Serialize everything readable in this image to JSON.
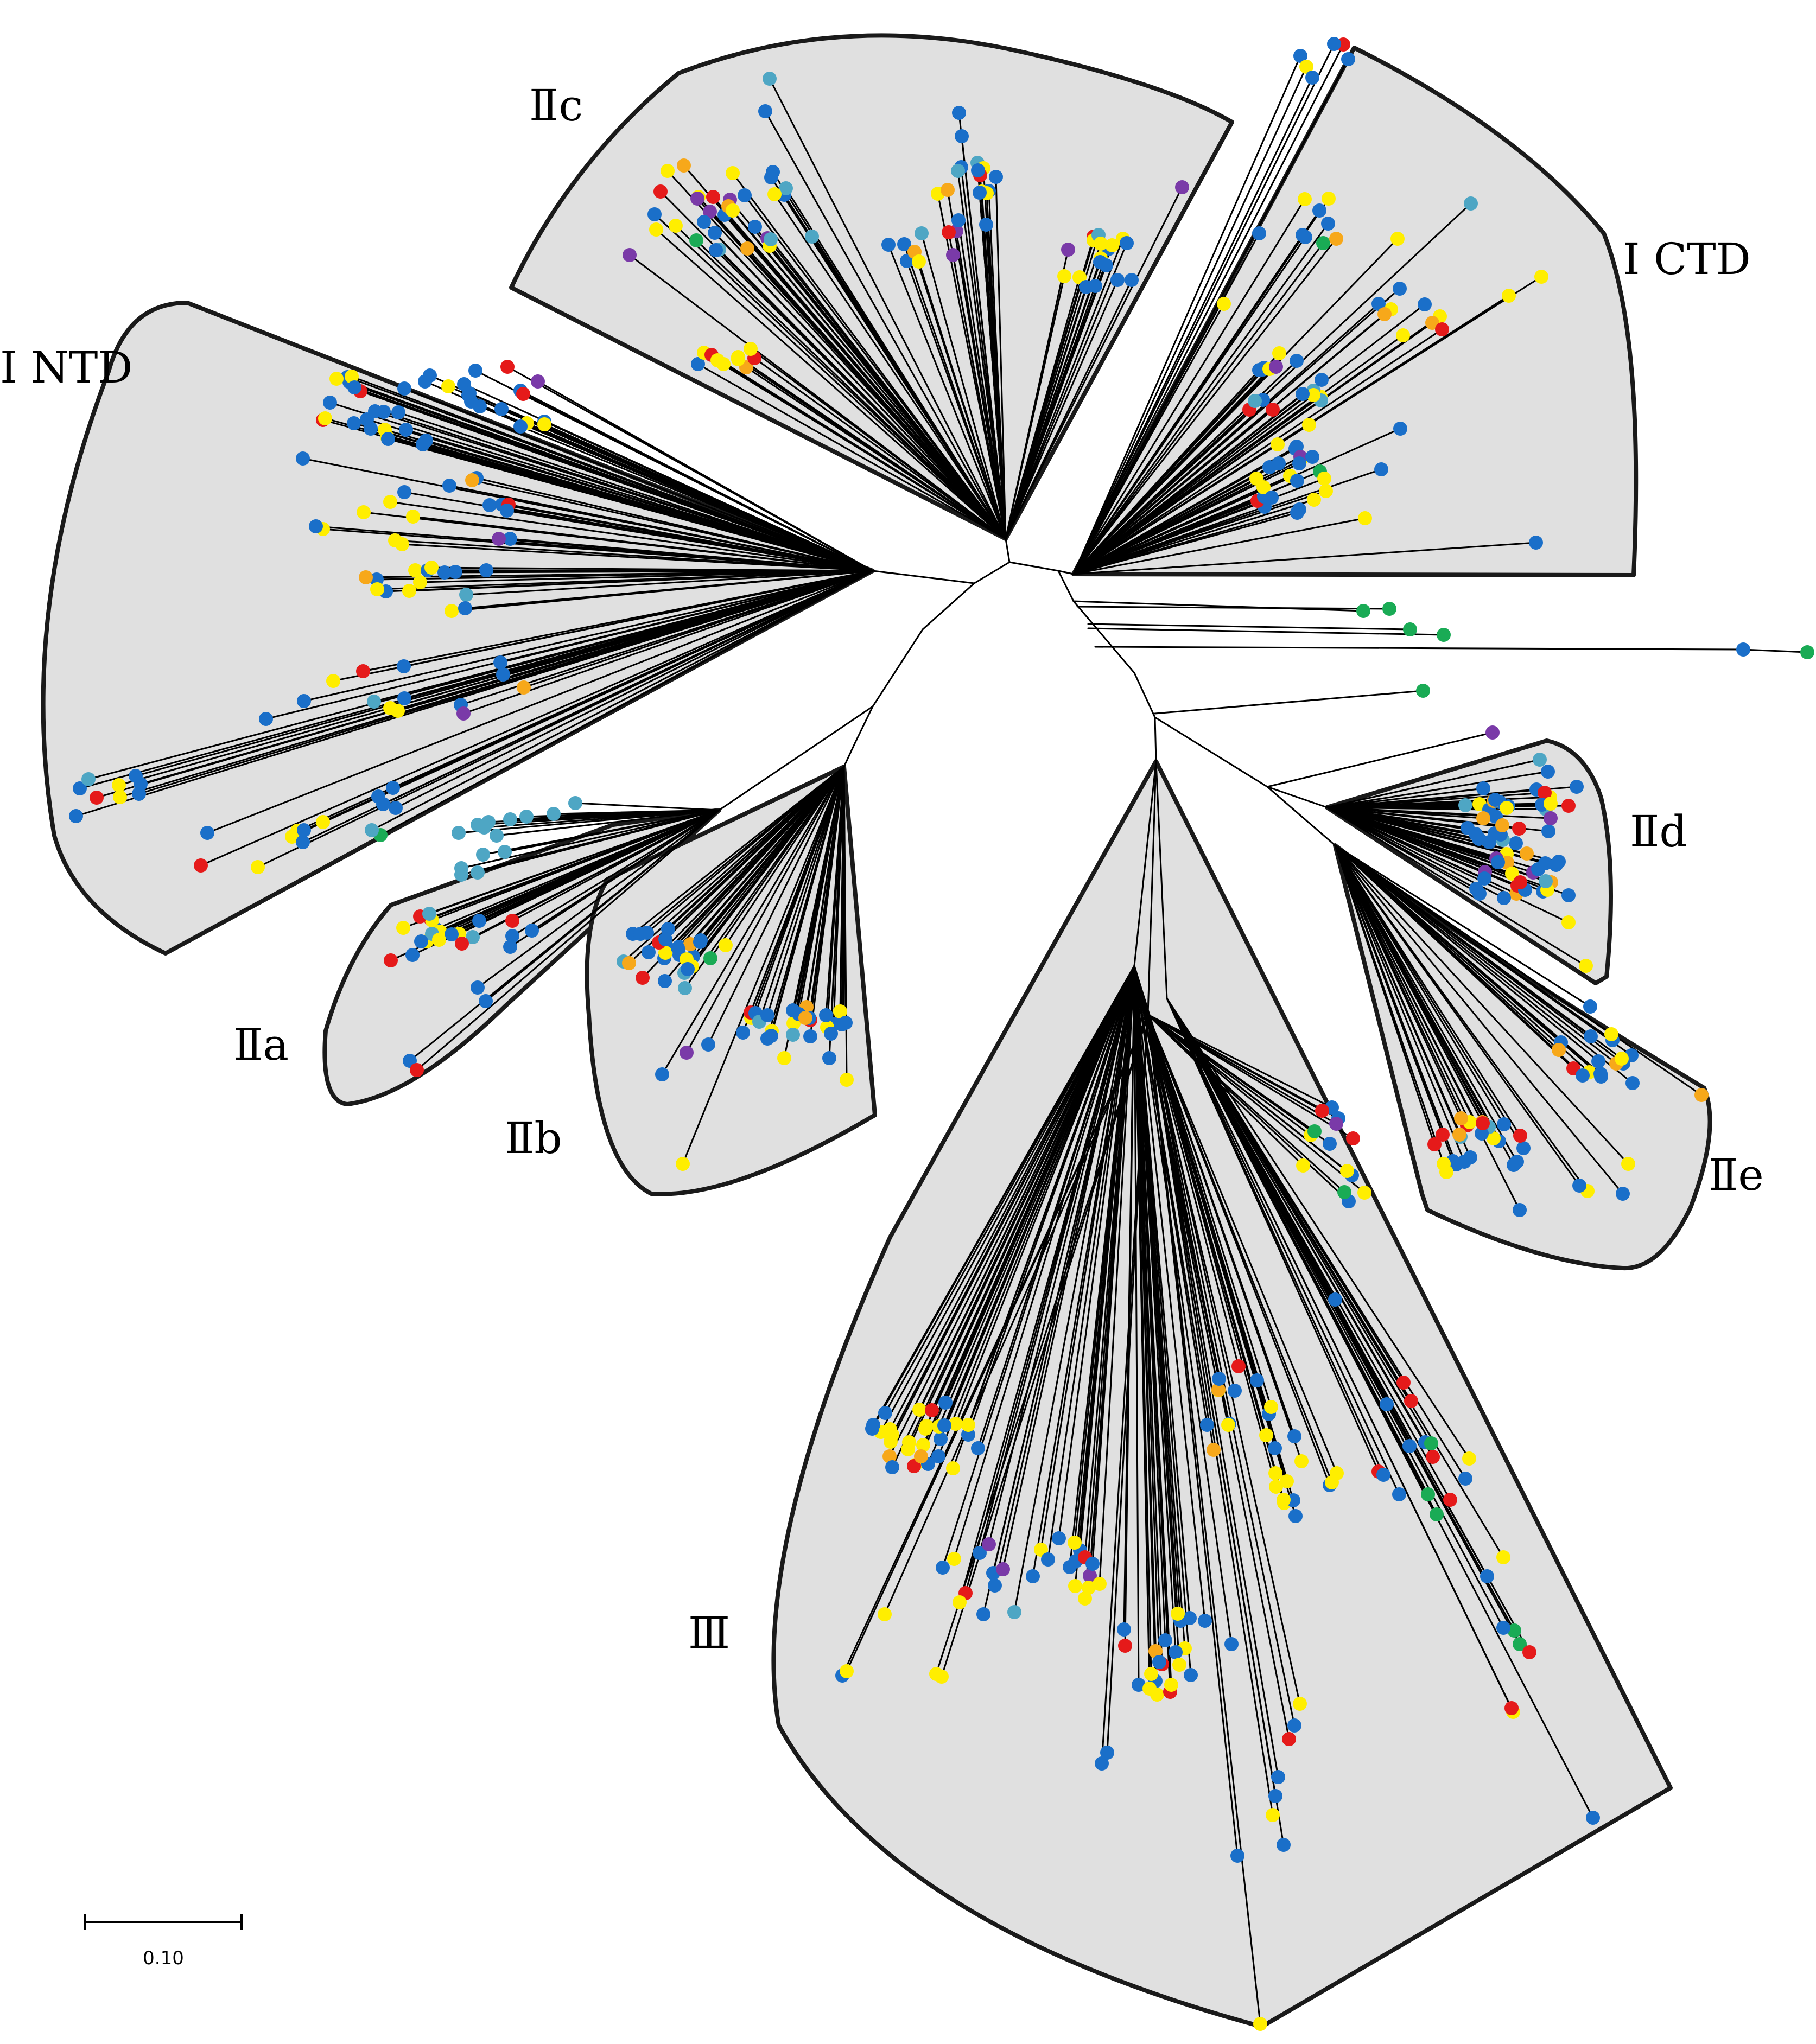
{
  "colors": {
    "blue": "#1a6fc9",
    "yellow": "#ffee00",
    "red": "#e51a1a",
    "green": "#1aab55",
    "purple": "#7a3aa8",
    "orange": "#f7a81a",
    "teal": "#4ea6c4",
    "hull_fill": "#e0e0e0",
    "hull_stroke": "#1a1a1a"
  },
  "clades": [
    {
      "id": "I_NTD",
      "label": "I  NTD"
    },
    {
      "id": "IIc",
      "label": "Ⅱc"
    },
    {
      "id": "I_CTD",
      "label": "I  CTD"
    },
    {
      "id": "IIa",
      "label": "Ⅱa"
    },
    {
      "id": "IIb",
      "label": "Ⅱb"
    },
    {
      "id": "IId",
      "label": "Ⅱd"
    },
    {
      "id": "IIe",
      "label": "Ⅱe"
    },
    {
      "id": "III",
      "label": "Ⅲ"
    }
  ],
  "scale_bar": {
    "label": "0.10"
  }
}
